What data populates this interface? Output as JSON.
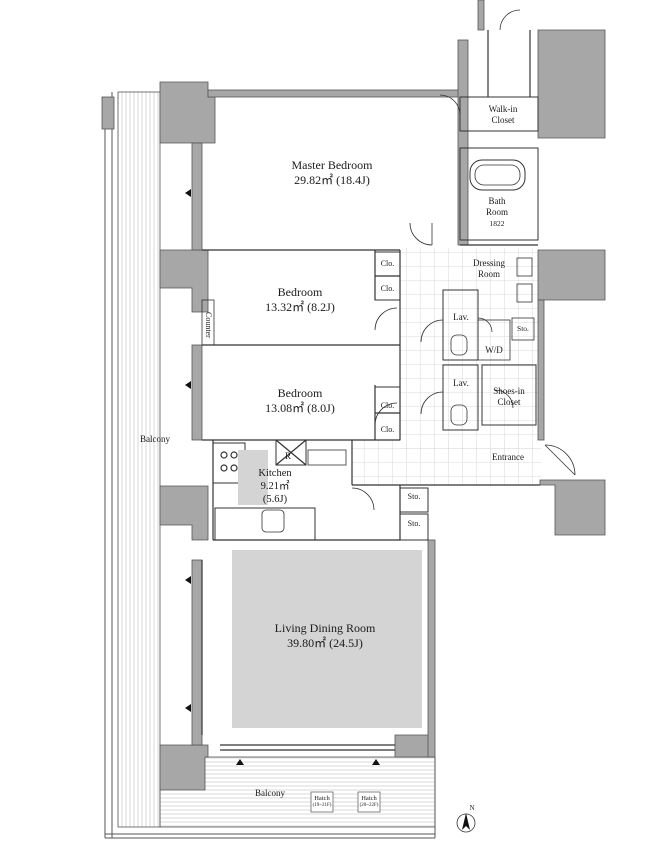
{
  "rooms": {
    "master_bedroom": {
      "name": "Master Bedroom",
      "area": "29.82㎡ (18.4J)"
    },
    "bedroom_1": {
      "name": "Bedroom",
      "area": "13.32㎡ (8.2J)"
    },
    "bedroom_2": {
      "name": "Bedroom",
      "area": "13.08㎡ (8.0J)"
    },
    "kitchen": {
      "name": "Kitchen",
      "area": "9.21㎡",
      "tatami": "(5.6J)",
      "fridge_mark": "R"
    },
    "living_dining": {
      "name": "Living Dining Room",
      "area": "39.80㎡ (24.5J)"
    },
    "walk_in_closet": {
      "line1": "Walk-in",
      "line2": "Closet"
    },
    "bath_room": {
      "line1": "Bath",
      "line2": "Room",
      "size": "1822"
    },
    "dressing_room": {
      "line1": "Dressing",
      "line2": "Room"
    },
    "lav_1": "Lav.",
    "lav_2": "Lav.",
    "washer_dryer": "W/D",
    "shoes_in_closet": {
      "line1": "Shoes-in",
      "line2": "Closet"
    },
    "entrance": "Entrance",
    "counter": "Counter"
  },
  "storage": {
    "clo": "Clo.",
    "sto": "Sto."
  },
  "balcony": {
    "side": "Balcony",
    "bottom": "Balcony",
    "hatch_1": {
      "title": "Hatch",
      "floors": "(19~21F)"
    },
    "hatch_2": {
      "title": "Hatch",
      "floors": "(20~22F)"
    }
  },
  "compass": {
    "label": "N"
  },
  "colors": {
    "wall": "#a7a7a7",
    "wall_outline": "#555555",
    "floor_tile_line": "#d0d0d0",
    "living_rug": "#d4d4d4",
    "line": "#333333"
  }
}
